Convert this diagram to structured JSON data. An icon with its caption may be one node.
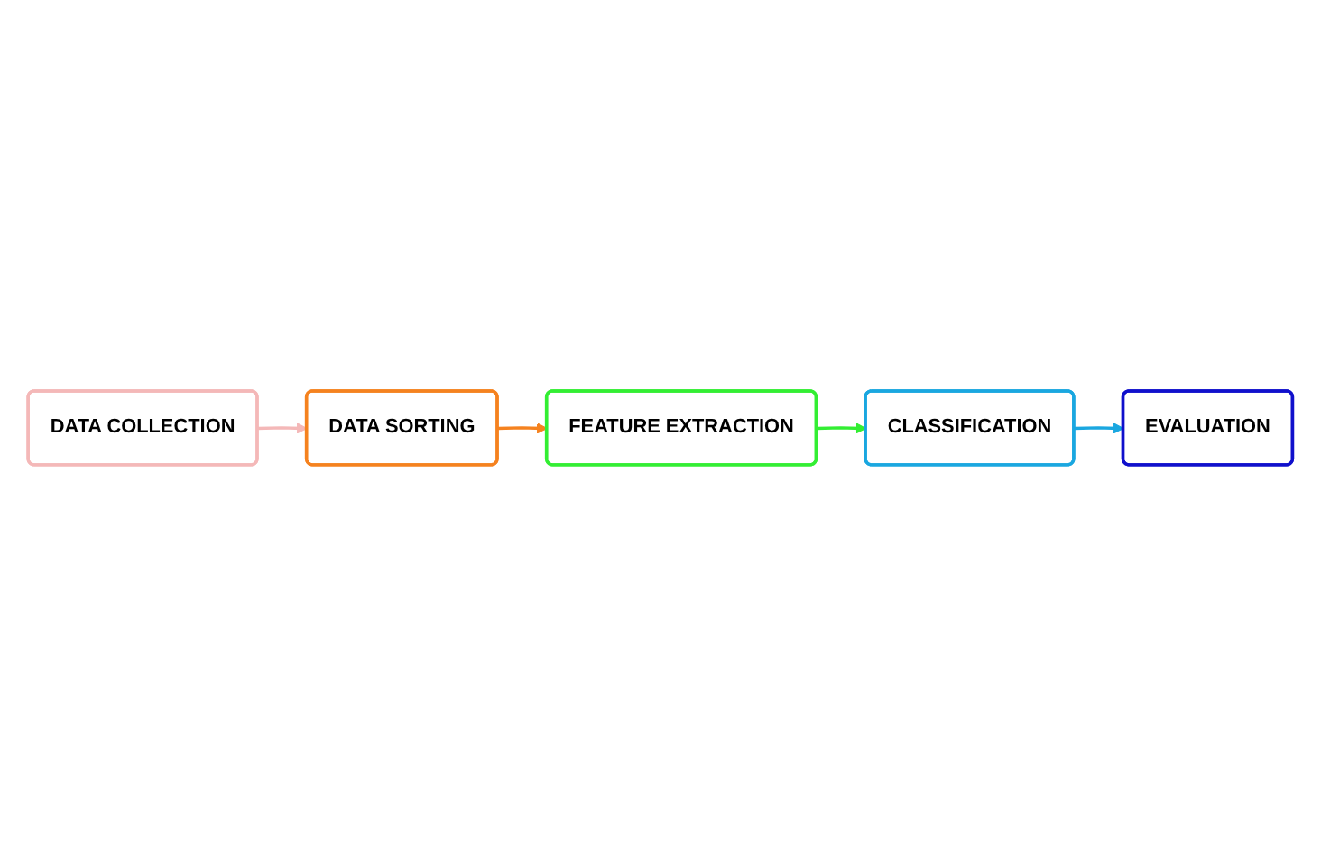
{
  "diagram": {
    "nodes": [
      {
        "text": [
          "DATA COLLECTION"
        ]
      },
      {
        "text": [
          "DATA SORTING"
        ]
      },
      {
        "text": [
          "FEATURE EXTRACTION"
        ]
      },
      {
        "text": [
          "CLASSIFICATION"
        ]
      },
      {
        "text": [
          "EVALUATION"
        ]
      }
    ],
    "edges": [
      {
        "from": 0,
        "to": 1,
        "arrow": "to",
        "color": "#f4b8b8"
      },
      {
        "from": 1,
        "to": 2,
        "arrow": "to",
        "color": "#f5821f"
      },
      {
        "from": 2,
        "to": 3,
        "arrow": "to",
        "color": "#33ee33"
      },
      {
        "from": 3,
        "to": 4,
        "arrow": "to",
        "color": "#1aa7e0"
      }
    ]
  }
}
